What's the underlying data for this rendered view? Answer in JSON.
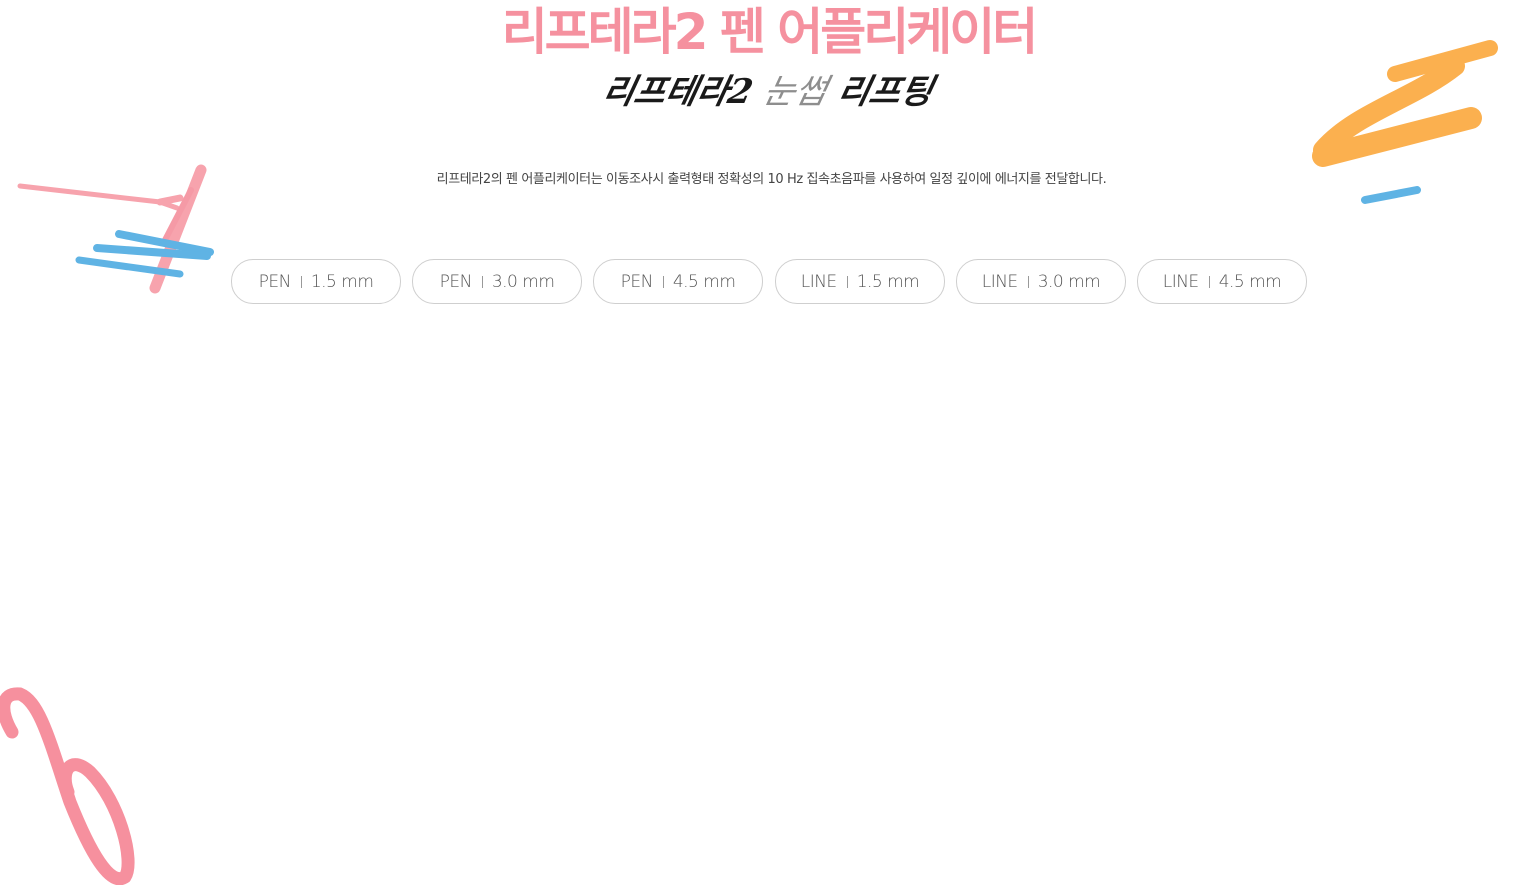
{
  "header": {
    "title": "리프테라2 펜 어플리케이터",
    "subtitle_part1": "리프테라2",
    "subtitle_part2": "눈썹",
    "subtitle_part3": "리프팅",
    "description": "리프테라2의 펜 어플리케이터는 이동조사시 출력형태 정확성의 10 Hz 집속초음파를 사용하여 일정 깊이에 에너지를 전달합니다."
  },
  "tabs": [
    {
      "type": "PEN",
      "size": "1.5 mm"
    },
    {
      "type": "PEN",
      "size": "3.0 mm"
    },
    {
      "type": "PEN",
      "size": "4.5 mm"
    },
    {
      "type": "LINE",
      "size": "1.5 mm"
    },
    {
      "type": "LINE",
      "size": "3.0 mm"
    },
    {
      "type": "LINE",
      "size": "4.5 mm"
    }
  ],
  "colors": {
    "title": "#f5919f",
    "brush_pink": "#f7a3ad",
    "brush_blue": "#5fb3e4",
    "brush_orange": "#fbb04f"
  }
}
